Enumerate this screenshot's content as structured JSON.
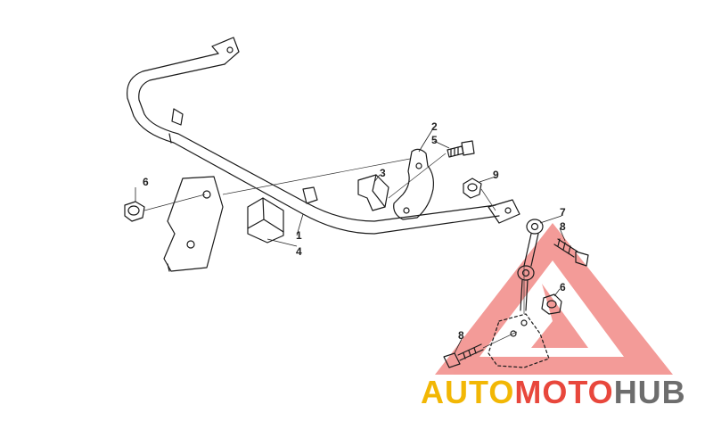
{
  "callouts": {
    "c1": "1",
    "c2": "2",
    "c3": "3",
    "c4": "4",
    "c5": "5",
    "c6a": "6",
    "c6b": "6",
    "c7": "7",
    "c8a": "8",
    "c8b": "8",
    "c9": "9"
  },
  "watermark": {
    "part1": "AUTO",
    "part2": "MOTO",
    "part3": "HUB",
    "color_auto": "#f2b705",
    "color_moto": "#e8473c",
    "color_hub": "#6d6d6d",
    "triangle_color": "#ea4b45"
  }
}
